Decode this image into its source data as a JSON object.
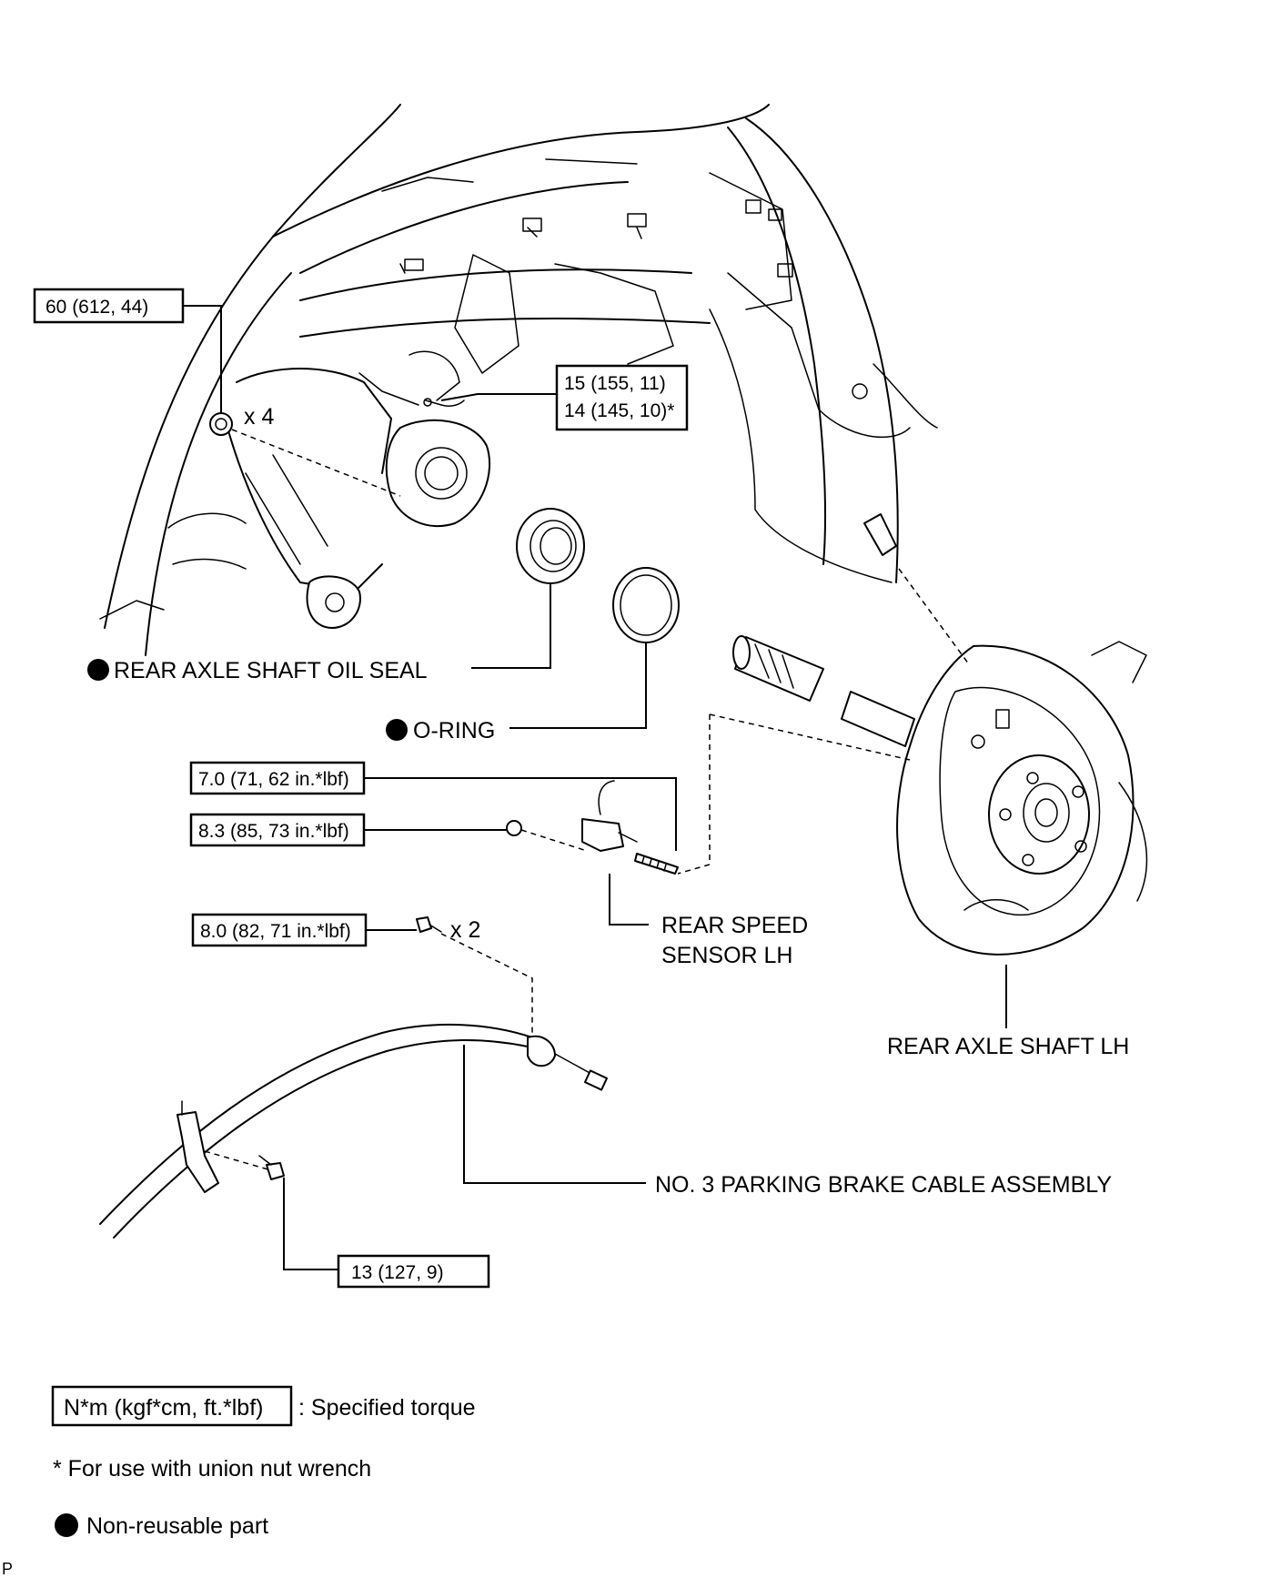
{
  "torque_specs": {
    "strut_nut": "60 (612, 44)",
    "strut_qty": "x 4",
    "brake_tube_line1": "15 (155, 11)",
    "brake_tube_line2": "14 (145, 10)*",
    "sensor_stud": "7.0 (71, 62 in.*lbf)",
    "sensor_nut": "8.3 (85, 73 in.*lbf)",
    "cable_bolt": "8.0 (82, 71 in.*lbf)",
    "cable_bolt_qty": "x 2",
    "cable_bracket_bolt": "13 (127, 9)"
  },
  "part_labels": {
    "oil_seal": "REAR AXLE SHAFT OIL SEAL",
    "o_ring": "O-RING",
    "speed_sensor_line1": "REAR SPEED",
    "speed_sensor_line2": "SENSOR LH",
    "axle_shaft": "REAR AXLE SHAFT LH",
    "parking_cable": "NO. 3 PARKING BRAKE CABLE ASSEMBLY"
  },
  "legend": {
    "torque_unit": "N*m (kgf*cm, ft.*lbf)",
    "torque_desc": ": Specified torque",
    "union_note": "* For use with union nut wrench",
    "non_reusable": "Non-reusable part"
  },
  "corner_mark": "P"
}
